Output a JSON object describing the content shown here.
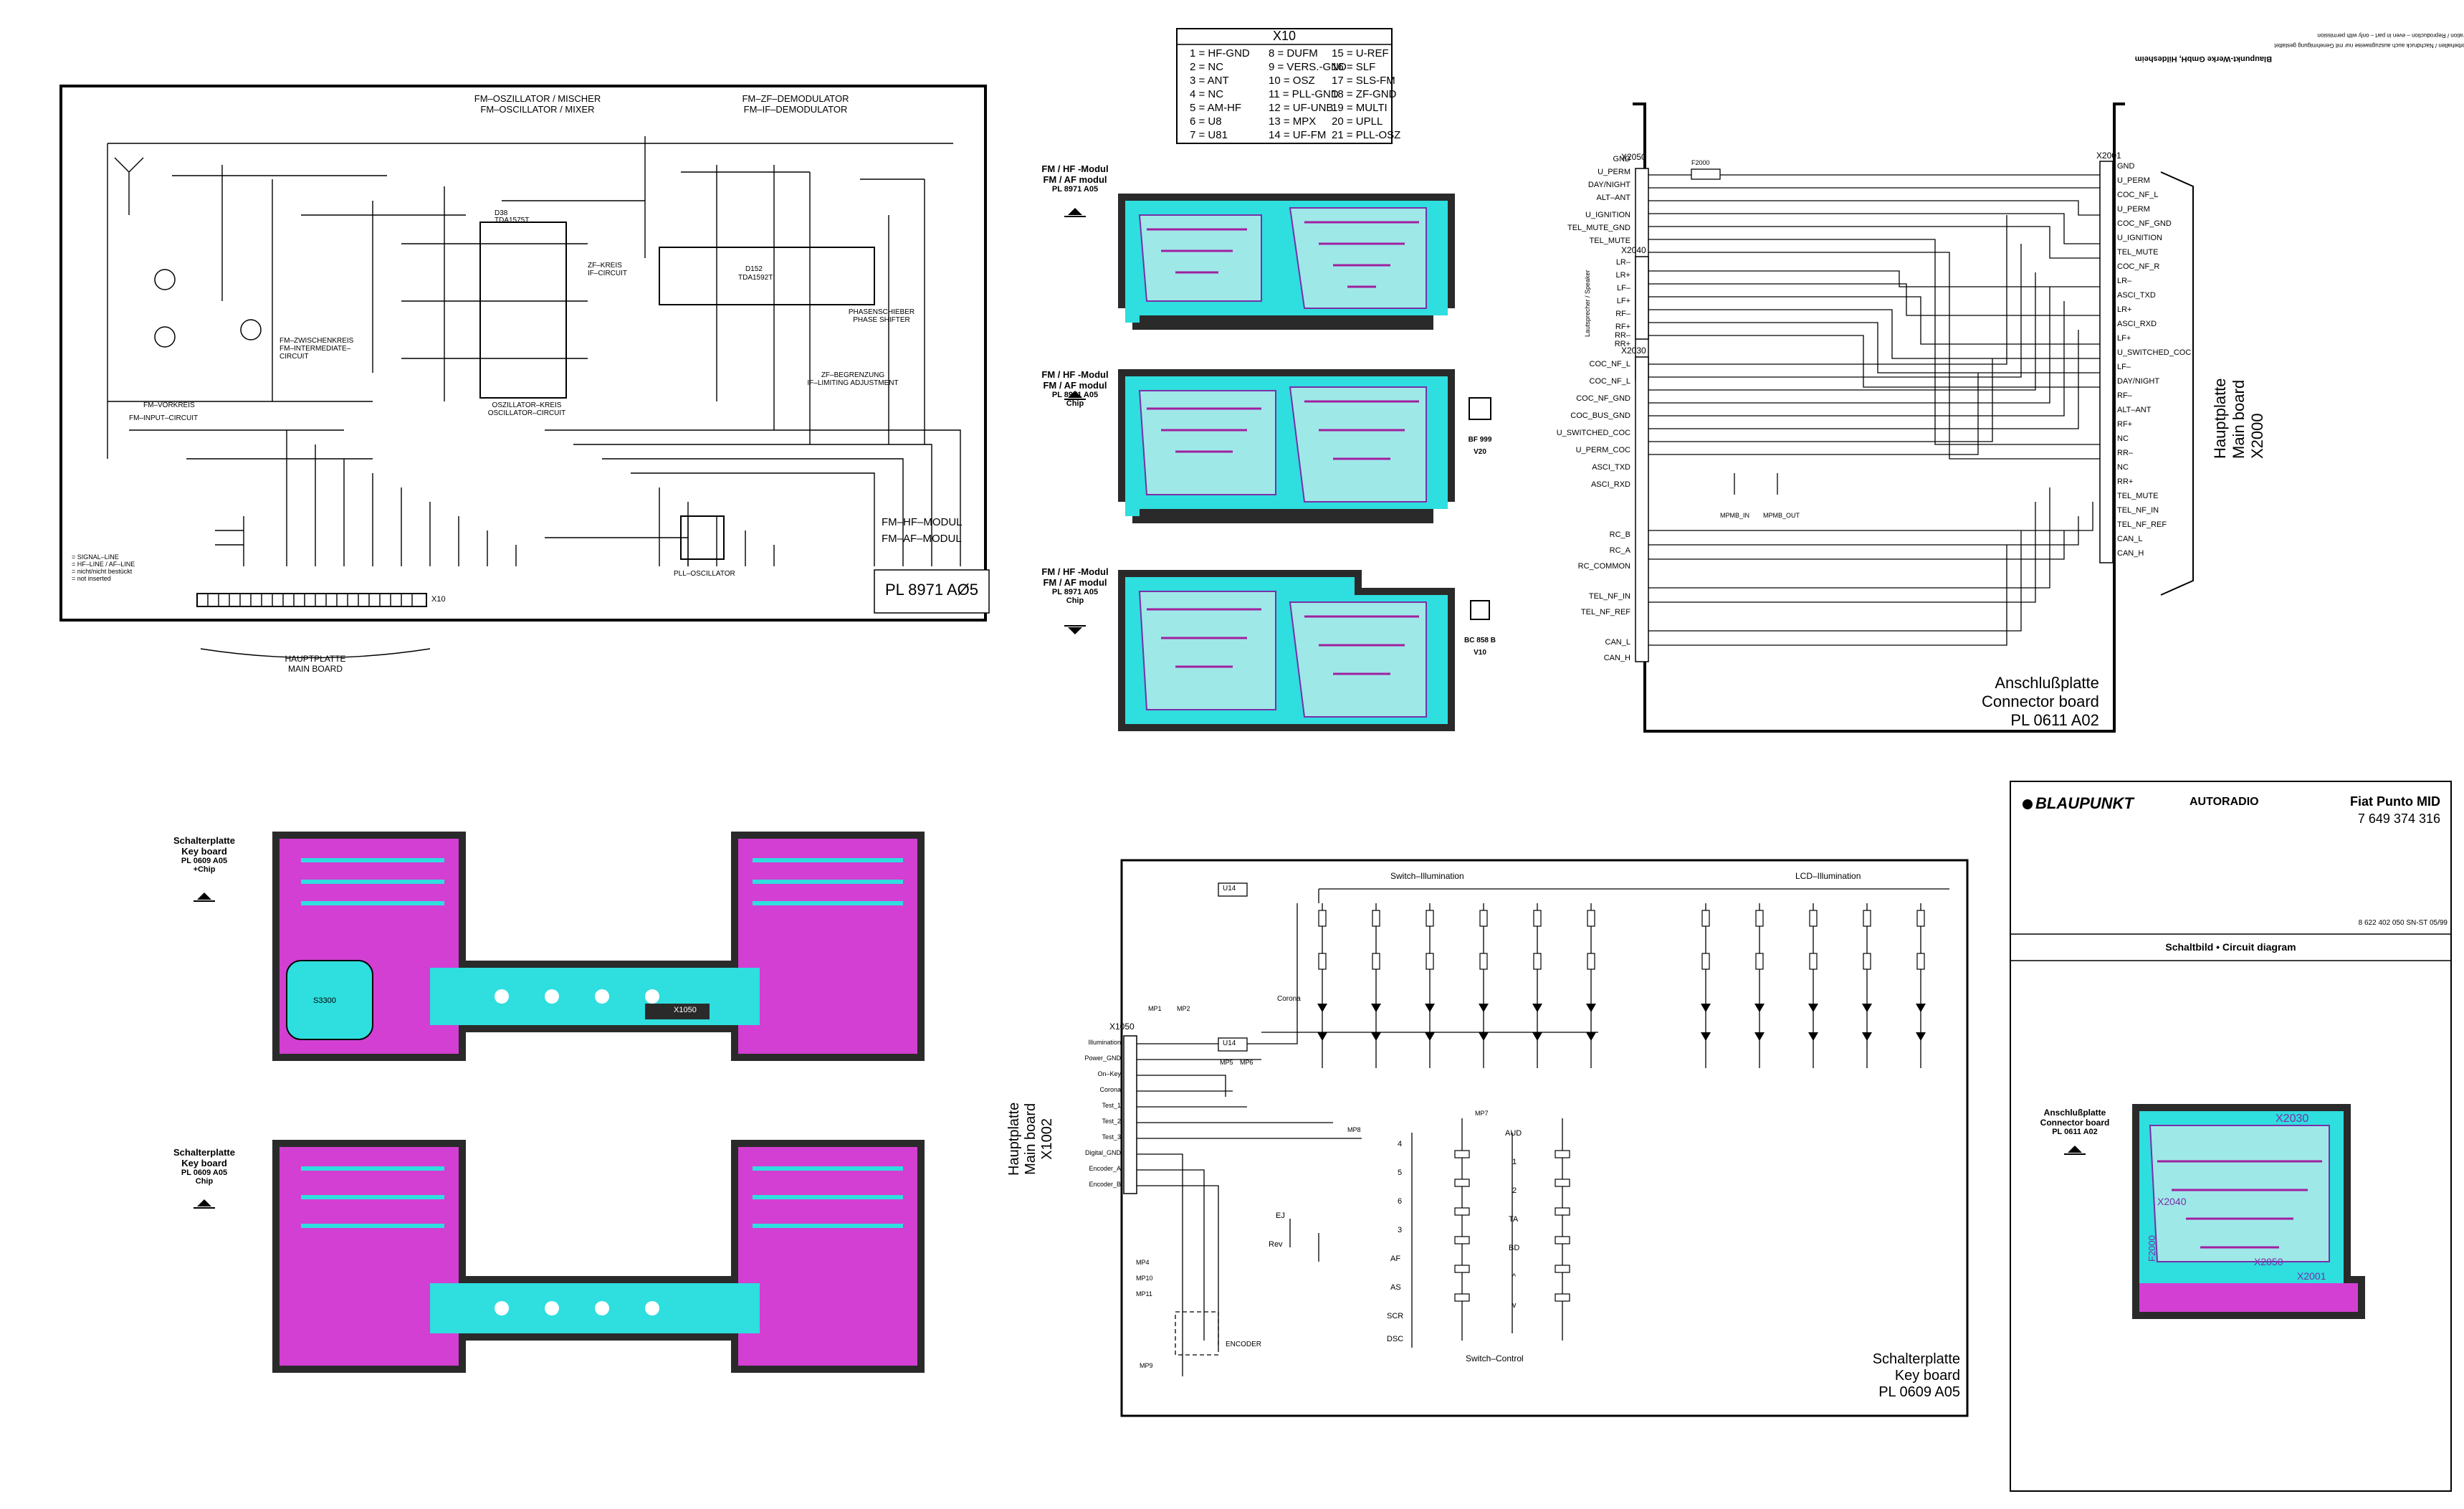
{
  "fm_schematic": {
    "heading_left_1": "FM–OSZILLATOR / MISCHER",
    "heading_left_2": "FM–OSCILLATOR / MIXER",
    "heading_right_1": "FM–ZF–DEMODULATOR",
    "heading_right_2": "FM–IF–DEMODULATOR",
    "ic_left": "TDA1575T",
    "ic_right": "TDA1592T",
    "ic_left_ref": "D38",
    "ic_right_ref": "D152",
    "osc_label_1": "OSZILLATOR–KREIS",
    "osc_label_2": "OSCILLATOR–CIRCUIT",
    "fm_zwischen_1": "FM–ZWISCHENKREIS",
    "fm_zwischen_2": "FM–INTERMEDIATE–",
    "fm_zwischen_3": "CIRCUIT",
    "zf_kreis_1": "ZF–KREIS",
    "zf_kreis_2": "IF–CIRCUIT",
    "phase_1": "PHASENSCHIEBER",
    "phase_2": "PHASE SHIFTER",
    "zf_begr_1": "ZF–BEGRENZUNG",
    "zf_begr_2": "IF–LIMITING ADJUSTMENT",
    "vorkreis": "FM–VORKREIS",
    "input_circuit": "FM–INPUT–CIRCUIT",
    "pll_osc": "PLL–OSCILLATOR",
    "module_1": "FM–HF–MODUL",
    "module_2": "FM–AF–MODUL",
    "board_id": "PL 8971 AØ5",
    "connector": "X10",
    "hauptplatte": "HAUPTPLATTE",
    "main_board": "MAIN BOARD",
    "legend_signal": "= SIGNAL–LINE",
    "legend_hf": "= HF–LINE / AF–LINE",
    "legend_mounted_1": "= nicht/nicht bestückt",
    "legend_mounted_2": "= not inserted"
  },
  "x10_table": {
    "title": "X10",
    "col1": [
      "1 = HF-GND",
      "2 = NC",
      "3 = ANT",
      "4 = NC",
      "5 = AM-HF",
      "6 = U8",
      "7 = U81"
    ],
    "col2": [
      "8 = DUFM",
      "9 = VERS.-GND",
      "10 = OSZ",
      "11 = PLL-GND",
      "12 = UF-UNB.",
      "13 = MPX",
      "14 = UF-FM"
    ],
    "col3": [
      "15 = U-REF",
      "16 = SLF",
      "17 = SLS-FM",
      "18 = ZF-GND",
      "19 = MULTI",
      "20 = UPLL",
      "21 = PLL-OSZ"
    ]
  },
  "fm_pcbs": [
    {
      "l1": "FM / HF -Modul",
      "l2": "FM / AF modul",
      "l3": "PL 8971 A05",
      "l4": ""
    },
    {
      "l1": "FM / HF -Modul",
      "l2": "FM / AF modul",
      "l3": "PL 8971 A05",
      "l4": "Chip"
    },
    {
      "l1": "FM / HF -Modul",
      "l2": "FM / AF modul",
      "l3": "PL 8971 A05",
      "l4": "Chip"
    }
  ],
  "transistors": {
    "t1_name": "BF 999",
    "t1_ref": "V20",
    "t2_name": "BC 858 B",
    "t2_ref": "V10"
  },
  "blaupunkt_note": {
    "line1": "Blaupunkt-Werke GmbH, Hildesheim",
    "line2": "Änderungen vorbehalten / Nachdruck auch auszugsweise nur mit Genehmigung gestattet",
    "line3": "Subject to alteration / Reproduction – even in part – only with permission"
  },
  "connector_board": {
    "x2050": "X2050",
    "x2040": "X2040",
    "x2030": "X2030",
    "x2001": "X2001",
    "label_1": "Anschlußplatte",
    "label_2": "Connector board",
    "label_3": "PL 0611 A02",
    "main_1": "Hauptplatte",
    "main_2": "Main board",
    "main_3": "X2000",
    "fuse": "F2000",
    "mpmb_in": "MPMB_IN",
    "mpmb_out": "MPMB_OUT",
    "side_label": "Lautsprecher / Speaker",
    "left_g1": [
      "GND",
      "U_PERM",
      "DAY/NIGHT",
      "ALT–ANT",
      "U_IGNITION",
      "TEL_MUTE_GND",
      "TEL_MUTE"
    ],
    "left_g2": [
      "LR–",
      "LR+",
      "LF–",
      "LF+",
      "RF–",
      "RF+",
      "RR–",
      "RR+"
    ],
    "left_g3": [
      "COC_NF_L",
      "COC_NF_L",
      "COC_NF_GND",
      "COC_BUS_GND",
      "U_SWITCHED_COC",
      "U_PERM_COC",
      "ASCI_TXD",
      "ASCI_RXD"
    ],
    "left_g4": [
      "RC_B",
      "RC_A",
      "RC_COMMON",
      "TEL_NF_IN",
      "TEL_NF_REF",
      "CAN_L",
      "CAN_H"
    ],
    "right_pins": [
      "GND",
      "U_PERM",
      "COC_NF_L",
      "U_PERM",
      "COC_NF_GND",
      "U_IGNITION",
      "TEL_MUTE",
      "COC_NF_R",
      "LR–",
      "ASCI_TXD",
      "LR+",
      "ASCI_RXD",
      "LF+",
      "U_SWITCHED_COC",
      "LF–",
      "DAY/NIGHT",
      "RF–",
      "ALT–ANT",
      "RF+",
      "NC",
      "RR–",
      "NC",
      "RR+",
      "TEL_MUTE",
      "TEL_NF_IN",
      "TEL_NF_REF",
      "CAN_L",
      "CAN_H"
    ]
  },
  "title_block": {
    "brand": "BLAUPUNKT",
    "product": "AUTORADIO",
    "model": "Fiat Punto MID",
    "part_no": "7 649 374 316",
    "doc_no": "8 622 402 050 SN-ST 05/99",
    "diagram_type": "Schaltbild • Circuit diagram",
    "conn_l1": "Anschlußplatte",
    "conn_l2": "Connector board",
    "conn_l3": "PL 0611 A02",
    "conn_x1": "X2030",
    "conn_x2": "X2040",
    "conn_x3": "X2050",
    "conn_x4": "X2001",
    "conn_f": "F2000"
  },
  "key_pcbs": [
    {
      "l1": "Schalterplatte",
      "l2": "Key board",
      "l3": "PL 0609 A05",
      "l4": "+Chip"
    },
    {
      "l1": "Schalterplatte",
      "l2": "Key board",
      "l3": "PL 0609 A05",
      "l4": "Chip"
    }
  ],
  "key_pcb_labels": {
    "s3300": "S3300",
    "x1050": "X1050"
  },
  "keyboard_schematic": {
    "switch_illum": "Switch–Illumination",
    "lcd_illum": "LCD–Illumination",
    "switch_control": "Switch–Control",
    "x1050": "X1050",
    "main_1": "Hauptplatte",
    "main_2": "Main board",
    "main_3": "X1002",
    "label_1": "Schalterplatte",
    "label_2": "Key board",
    "label_3": "PL 0609 A05",
    "u14": "U14",
    "corona": "Corona",
    "encoder": "ENCODER",
    "pins": [
      "Illumination",
      "Power_GND",
      "On–Key",
      "Corona",
      "Test_1",
      "Test_2",
      "Test_3",
      "Digital_GND",
      "Encoder_A",
      "Encoder_B"
    ],
    "mp_labels": [
      "MP1",
      "MP2",
      "MP5",
      "MP6",
      "MP7",
      "MP8",
      "MP9",
      "MP10",
      "MP11",
      "MP4"
    ],
    "switch_names_left": [
      "4",
      "5",
      "6",
      "3",
      "AF",
      "AS",
      "SCR",
      "DSC"
    ],
    "switch_names_right": [
      "AUD",
      "1",
      "2",
      "TA",
      "BD",
      "^",
      "v"
    ],
    "ej": "EJ",
    "rev": "Rev"
  }
}
